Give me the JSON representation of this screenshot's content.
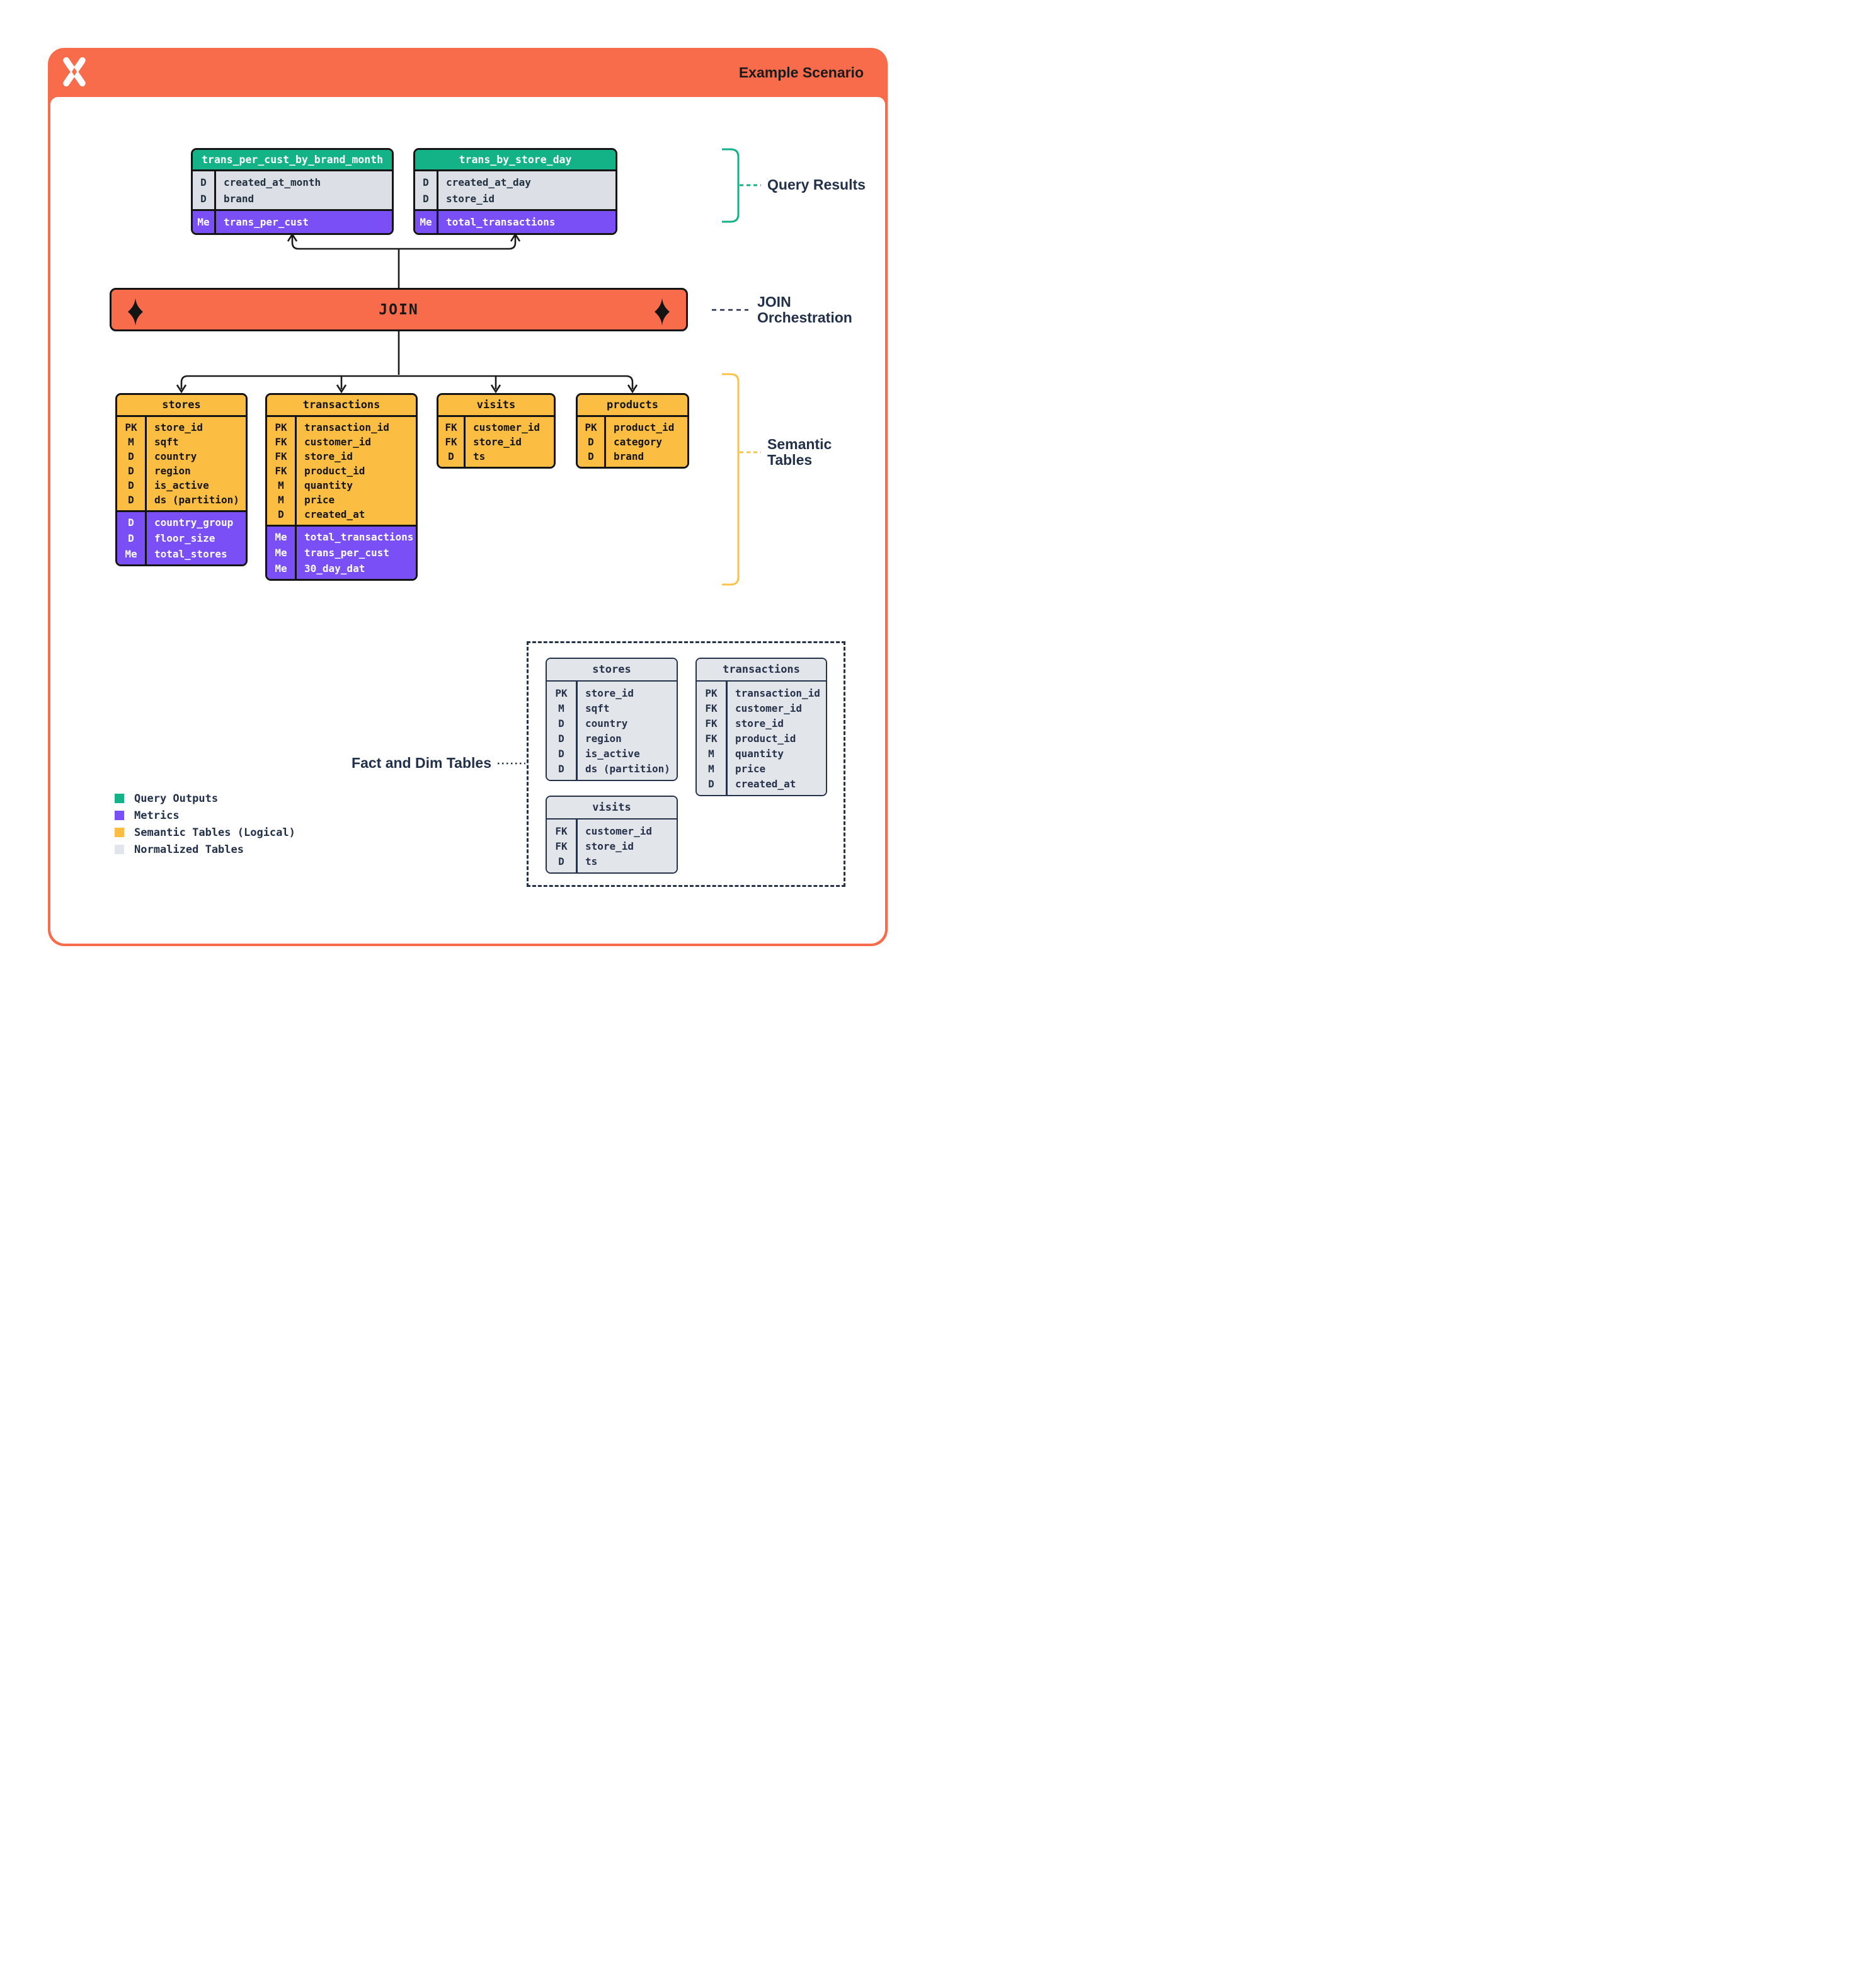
{
  "header": {
    "title": "Example Scenario"
  },
  "query_results": {
    "side_label": "Query Results",
    "tables": [
      {
        "name": "trans_per_cust_by_brand_month",
        "dims": [
          {
            "k": "D",
            "v": "created_at_month"
          },
          {
            "k": "D",
            "v": "brand"
          }
        ],
        "metrics": [
          {
            "k": "Me",
            "v": "trans_per_cust"
          }
        ]
      },
      {
        "name": "trans_by_store_day",
        "dims": [
          {
            "k": "D",
            "v": "created_at_day"
          },
          {
            "k": "D",
            "v": "store_id"
          }
        ],
        "metrics": [
          {
            "k": "Me",
            "v": "total_transactions"
          }
        ]
      }
    ]
  },
  "join": {
    "label": "JOIN",
    "side_label_1": "JOIN",
    "side_label_2": "Orchestration"
  },
  "semantic_tables": {
    "side_label_1": "Semantic",
    "side_label_2": "Tables",
    "tables": [
      {
        "name": "stores",
        "cols": [
          {
            "k": "PK",
            "v": "store_id"
          },
          {
            "k": "M",
            "v": "sqft"
          },
          {
            "k": "D",
            "v": "country"
          },
          {
            "k": "D",
            "v": "region"
          },
          {
            "k": "D",
            "v": "is_active"
          },
          {
            "k": "D",
            "v": "ds (partition)"
          }
        ],
        "metrics": [
          {
            "k": "D",
            "v": "country_group"
          },
          {
            "k": "D",
            "v": "floor_size"
          },
          {
            "k": "Me",
            "v": "total_stores"
          }
        ]
      },
      {
        "name": "transactions",
        "cols": [
          {
            "k": "PK",
            "v": "transaction_id"
          },
          {
            "k": "FK",
            "v": "customer_id"
          },
          {
            "k": "FK",
            "v": "store_id"
          },
          {
            "k": "FK",
            "v": "product_id"
          },
          {
            "k": "M",
            "v": "quantity"
          },
          {
            "k": "M",
            "v": "price"
          },
          {
            "k": "D",
            "v": "created_at"
          }
        ],
        "metrics": [
          {
            "k": "Me",
            "v": "total_transactions"
          },
          {
            "k": "Me",
            "v": "trans_per_cust"
          },
          {
            "k": "Me",
            "v": "30_day_dat"
          }
        ]
      },
      {
        "name": "visits",
        "cols": [
          {
            "k": "FK",
            "v": "customer_id"
          },
          {
            "k": "FK",
            "v": "store_id"
          },
          {
            "k": "D",
            "v": "ts"
          }
        ],
        "metrics": []
      },
      {
        "name": "products",
        "cols": [
          {
            "k": "PK",
            "v": "product_id"
          },
          {
            "k": "D",
            "v": "category"
          },
          {
            "k": "D",
            "v": "brand"
          }
        ],
        "metrics": []
      }
    ]
  },
  "normalized_tables": {
    "side_label": "Fact and Dim Tables",
    "tables": [
      {
        "name": "stores",
        "cols": [
          {
            "k": "PK",
            "v": "store_id"
          },
          {
            "k": "M",
            "v": "sqft"
          },
          {
            "k": "D",
            "v": "country"
          },
          {
            "k": "D",
            "v": "region"
          },
          {
            "k": "D",
            "v": "is_active"
          },
          {
            "k": "D",
            "v": "ds (partition)"
          }
        ]
      },
      {
        "name": "transactions",
        "cols": [
          {
            "k": "PK",
            "v": "transaction_id"
          },
          {
            "k": "FK",
            "v": "customer_id"
          },
          {
            "k": "FK",
            "v": "store_id"
          },
          {
            "k": "FK",
            "v": "product_id"
          },
          {
            "k": "M",
            "v": "quantity"
          },
          {
            "k": "M",
            "v": "price"
          },
          {
            "k": "D",
            "v": "created_at"
          }
        ]
      },
      {
        "name": "visits",
        "cols": [
          {
            "k": "FK",
            "v": "customer_id"
          },
          {
            "k": "FK",
            "v": "store_id"
          },
          {
            "k": "D",
            "v": "ts"
          }
        ]
      }
    ]
  },
  "legend": {
    "items": [
      {
        "label": "Query Outputs",
        "color": "#14B287"
      },
      {
        "label": "Metrics",
        "color": "#7B4FF6"
      },
      {
        "label": "Semantic Tables (Logical)",
        "color": "#FBBE42"
      },
      {
        "label": "Normalized Tables",
        "color": "#E2E5E9"
      }
    ]
  },
  "colors": {
    "accent_orange": "#F96C4B",
    "query_output_green": "#14B287",
    "metric_purple": "#7B4FF6",
    "semantic_yellow": "#FBBE42",
    "normalized_gray": "#E2E5E9",
    "label_navy": "#223049"
  }
}
